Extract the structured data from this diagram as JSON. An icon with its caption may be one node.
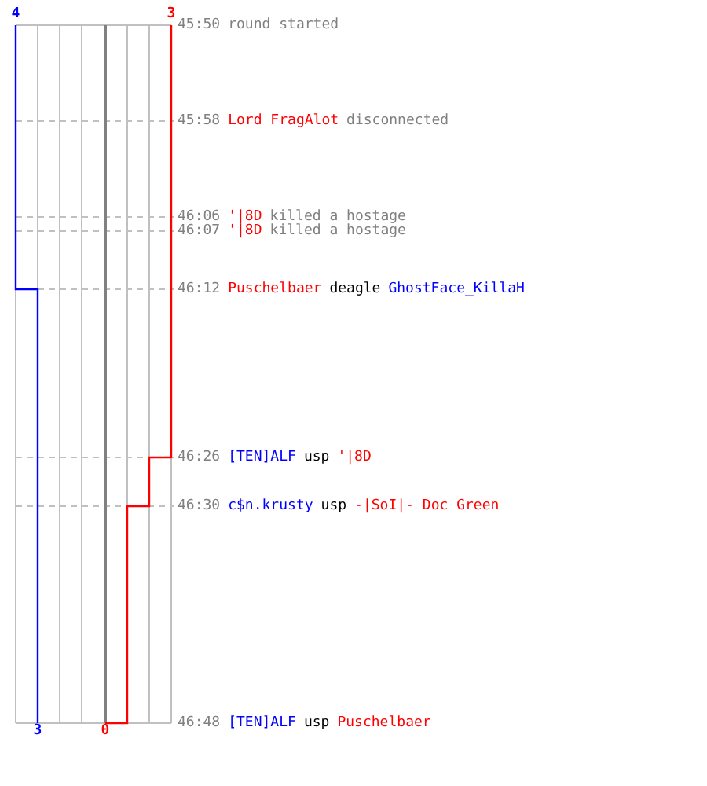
{
  "diagram": {
    "labels": [
      "4",
      "3",
      "45:50",
      "round started",
      "45:58",
      "Lord FragAlot",
      "disconnected",
      "46:06",
      "'|8D",
      "killed a hostage",
      "46:07",
      "'|8D",
      "killed a hostage",
      "46:12",
      "Puschelbaer",
      "deagle",
      "GhostFace_KillaH",
      "46:26",
      "[TEN]ALF",
      "usp",
      "'|8D",
      "46:30",
      "c$n.krusty",
      "usp",
      "-|SoI|- Doc Green",
      "3",
      "0",
      "46:48",
      "[TEN]ALF",
      "usp",
      "Puschelbaer"
    ]
  }
}
